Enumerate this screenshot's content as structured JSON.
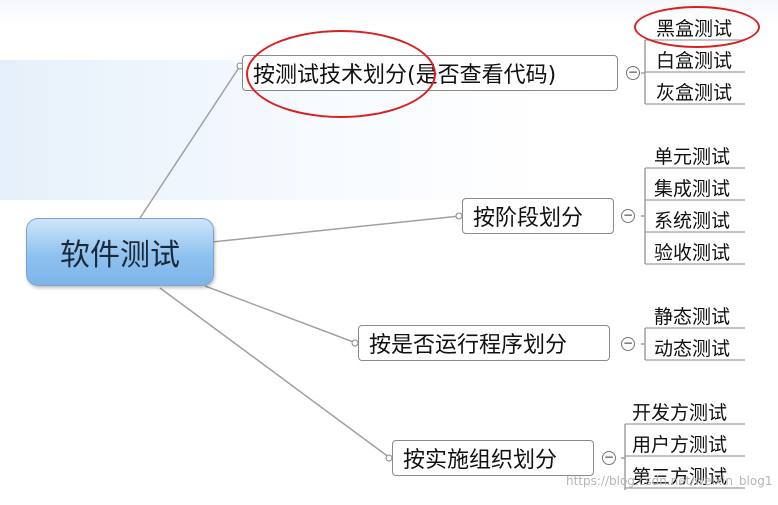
{
  "root": {
    "label": "软件测试"
  },
  "branches": [
    {
      "label": "按测试技术划分(是否查看代码)",
      "children": [
        "黑盒测试",
        "白盒测试",
        "灰盒测试"
      ]
    },
    {
      "label": "按阶段划分",
      "children": [
        "单元测试",
        "集成测试",
        "系统测试",
        "验收测试"
      ]
    },
    {
      "label": "按是否运行程序划分",
      "children": [
        "静态测试",
        "动态测试"
      ]
    },
    {
      "label": "按实施组织划分",
      "children": [
        "开发方测试",
        "用户方测试",
        "第三方测试"
      ]
    }
  ],
  "collapse_glyph": "−",
  "watermark": "https://blog.csdn.net/weixin_blog1",
  "colors": {
    "highlight": "#d92020",
    "root_fill": "#8fc1ef",
    "line": "#a0a0a0"
  }
}
